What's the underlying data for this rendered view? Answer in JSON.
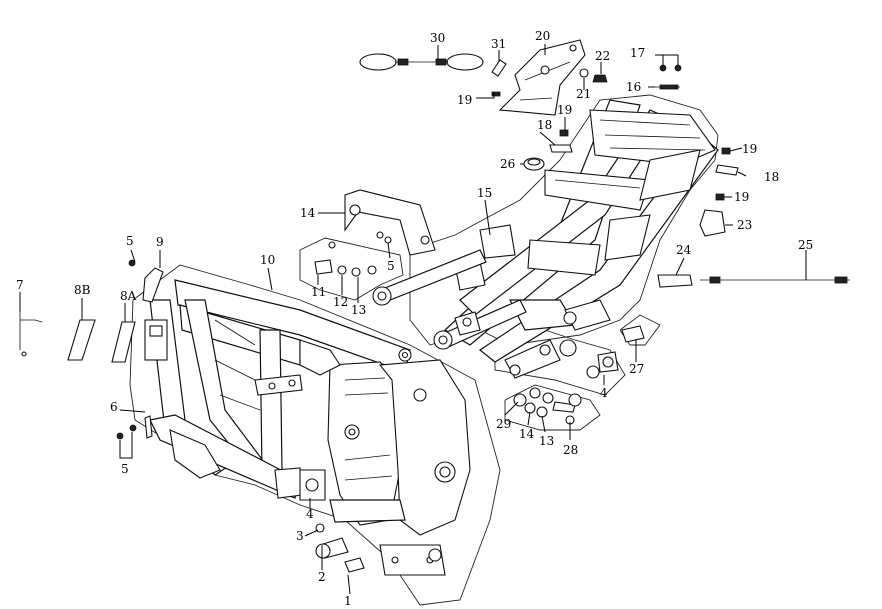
{
  "diagram": {
    "callouts": [
      {
        "id": "c1",
        "text": "1"
      },
      {
        "id": "c2",
        "text": "2"
      },
      {
        "id": "c3",
        "text": "3"
      },
      {
        "id": "c4a",
        "text": "4"
      },
      {
        "id": "c4b",
        "text": "4"
      },
      {
        "id": "c5a",
        "text": "5"
      },
      {
        "id": "c5b",
        "text": "5"
      },
      {
        "id": "c5c",
        "text": "5"
      },
      {
        "id": "c6",
        "text": "6"
      },
      {
        "id": "c7",
        "text": "7"
      },
      {
        "id": "c8A",
        "text": "8A"
      },
      {
        "id": "c8B",
        "text": "8B"
      },
      {
        "id": "c9",
        "text": "9"
      },
      {
        "id": "c10",
        "text": "10"
      },
      {
        "id": "c11",
        "text": "11"
      },
      {
        "id": "c12",
        "text": "12"
      },
      {
        "id": "c13a",
        "text": "13"
      },
      {
        "id": "c13b",
        "text": "13"
      },
      {
        "id": "c14a",
        "text": "14"
      },
      {
        "id": "c14b",
        "text": "14"
      },
      {
        "id": "c15",
        "text": "15"
      },
      {
        "id": "c16",
        "text": "16"
      },
      {
        "id": "c17",
        "text": "17"
      },
      {
        "id": "c18a",
        "text": "18"
      },
      {
        "id": "c18b",
        "text": "18"
      },
      {
        "id": "c19a",
        "text": "19"
      },
      {
        "id": "c19b",
        "text": "19"
      },
      {
        "id": "c19c",
        "text": "19"
      },
      {
        "id": "c19d",
        "text": "19"
      },
      {
        "id": "c20",
        "text": "20"
      },
      {
        "id": "c21",
        "text": "21"
      },
      {
        "id": "c22",
        "text": "22"
      },
      {
        "id": "c23",
        "text": "23"
      },
      {
        "id": "c24",
        "text": "24"
      },
      {
        "id": "c25",
        "text": "25"
      },
      {
        "id": "c26",
        "text": "26"
      },
      {
        "id": "c27",
        "text": "27"
      },
      {
        "id": "c28",
        "text": "28"
      },
      {
        "id": "c29",
        "text": "29"
      },
      {
        "id": "c30",
        "text": "30"
      },
      {
        "id": "c31",
        "text": "31"
      }
    ]
  }
}
